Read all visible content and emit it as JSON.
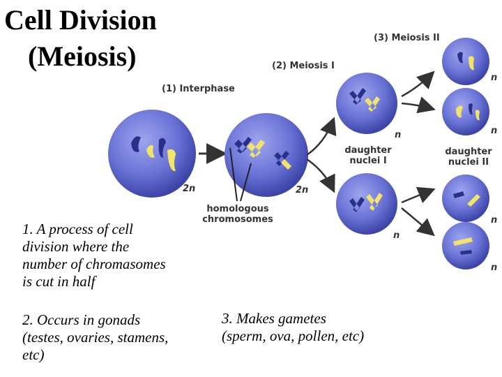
{
  "title": {
    "line1": "Cell Division",
    "line2": "(Meiosis)"
  },
  "stages": {
    "interphase": "(1) Interphase",
    "meiosis1": "(2) Meiosis I",
    "meiosis2": "(3) Meiosis II"
  },
  "labels": {
    "daughter1_line1": "daughter",
    "daughter1_line2": "nuclei I",
    "daughter2_line1": "daughter",
    "daughter2_line2": "nuclei II",
    "homologous_line1": "homologous",
    "homologous_line2": "chromosomes",
    "two_n": "2n",
    "n": "n"
  },
  "notes": {
    "note1": "1.  A process of cell\ndivision where the\nnumber of chromasomes\nis cut in half",
    "note2": "2.  Occurs in gonads\n(testes, ovaries, stamens,\netc)",
    "note3": "3.  Makes gametes\n(sperm, ova, pollen, etc)"
  },
  "colors": {
    "cell_fill": "#6a73d6",
    "cell_dark": "#3c44a8",
    "chromosome_blue": "#2a2f8a",
    "chromosome_yellow": "#f2e46a"
  }
}
